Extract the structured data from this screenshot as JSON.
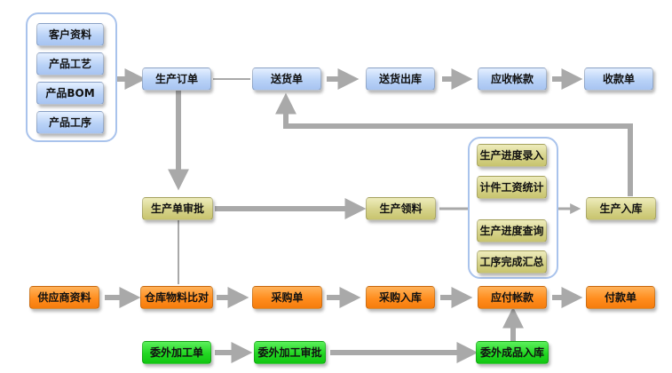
{
  "nodes": {
    "customer": "客户资料",
    "product_process": "产品工艺",
    "product_bom": "产品BOM",
    "product_procedure": "产品工序",
    "production_order": "生产订单",
    "delivery_note": "送货单",
    "delivery_out": "送货出库",
    "receivable": "应收帐款",
    "receipt": "收款单",
    "order_approval": "生产单审批",
    "production_picking": "生产领料",
    "production_in": "生产入库",
    "progress_entry": "生产进度录入",
    "piece_wage": "计件工资统计",
    "progress_query": "生产进度查询",
    "procedure_summary": "工序完成汇总",
    "supplier": "供应商资料",
    "warehouse_compare": "仓库物料比对",
    "purchase_order": "采购单",
    "purchase_in": "采购入库",
    "payable": "应付帐款",
    "payment": "付款单",
    "outsource_order": "委外加工单",
    "outsource_approval": "委外加工审批",
    "outsource_in": "委外成品入库"
  },
  "colors": {
    "arrow": "#a9a9a9",
    "group_border": "#a9c3ec",
    "blue_node": "#b9d2f7",
    "olive_node": "#d6d38a",
    "orange_node": "#ff8d1e",
    "green_node": "#22d622"
  }
}
